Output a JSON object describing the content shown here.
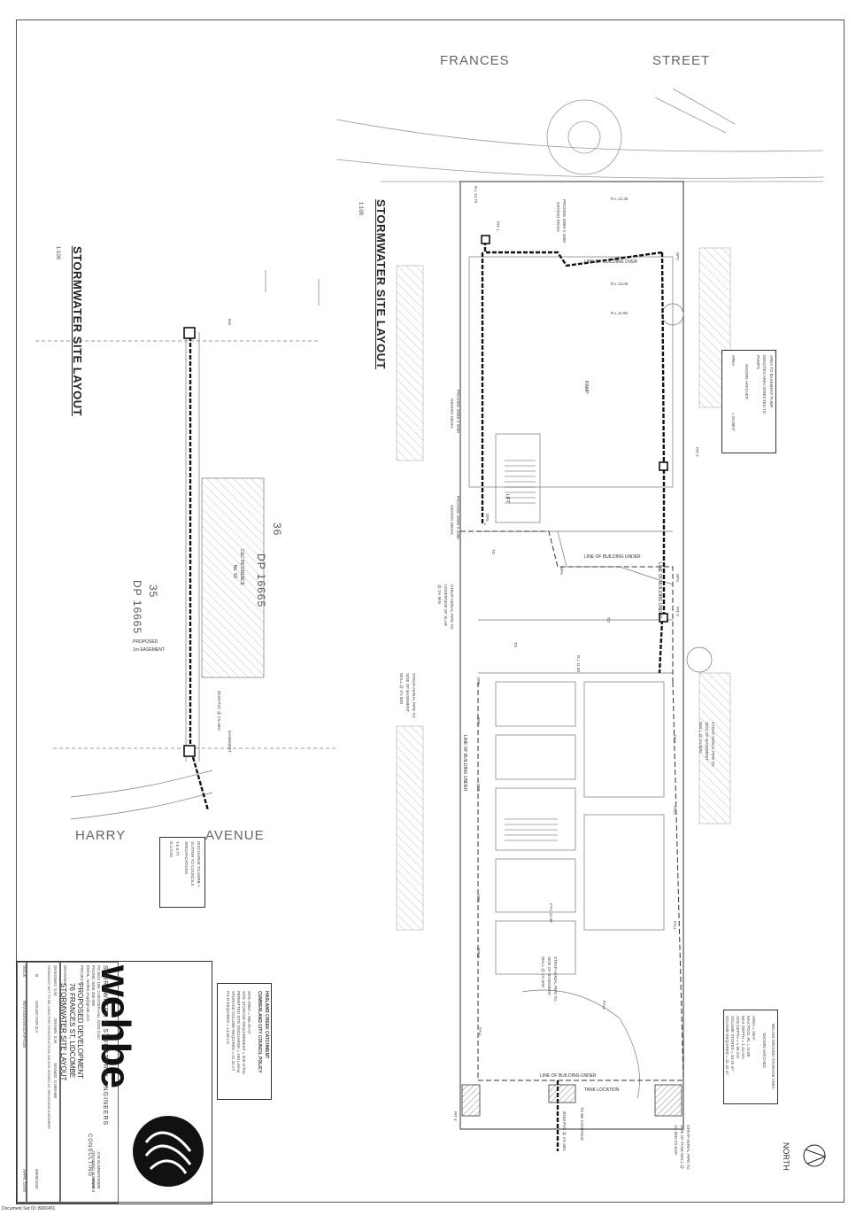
{
  "streets": {
    "frances": "FRANCES",
    "street": "STREET",
    "harry": "HARRY",
    "avenue": "AVENUE"
  },
  "titles": {
    "main": "STORMWATER SITE LAYOUT",
    "main_scale": "1:100",
    "secondary": "STORMWATER SITE LAYOUT",
    "secondary_scale": "1:100"
  },
  "lots": {
    "lot36": "36",
    "dp36": "DP 16665",
    "lot35": "35",
    "dp35": "DP 16665",
    "residence": "C&C RESIDENCE",
    "residence_no": "No. 59",
    "easement": "PROPOSED",
    "easement2": "1m EASEMENT"
  },
  "notes": {
    "basement_pump_1": "AREA TO BASEMENT PUMP",
    "basement_pump_2": "DENOTES AREA DIRECTED TO",
    "basement_pump_3": "PUMPS",
    "basement_pump_4": "SHOWN HATCHED",
    "basement_pump_5": "AREA",
    "basement_pump_6": "= 25.00m²",
    "discharge_1": "DISCHARGE TO KERB +",
    "discharge_2": "GUTTER TO COUNCILS",
    "discharge_3": "SPECIFICATIONS",
    "discharge_4": "T.K 6.77",
    "discharge_5": "G.U 6.62",
    "strap_1": "STRAP AERIAL PIPE TO",
    "strap_2": "SIDE OF BASEMENT",
    "strap_3": "WALL @ 1% MIN",
    "strap_slab_1": "STRAP AERIAL PIPE TO",
    "strap_slab_2": "UNDERSIDE OF SLAB",
    "strap_slab_3": "@ 1% MIN",
    "strap_tank_1": "STRAP AERIAL PIPE TO",
    "strap_tank_2": "SIDE OF TANK WALL @",
    "strap_tank_3": "1% MIN TO EOP"
  },
  "labels": {
    "line_building_over": "LINE OF BUILDING OVER",
    "line_building_under": "LINE OF BUILDING UNDER",
    "line_building_under_2": "LINE OF BUILDING UNDER",
    "line_building_under_3": "LINE OF BUILDING UNDER",
    "line_building_under_4": "LINE OF BUILDING UNDER",
    "tank_location": "TANK LOCATION",
    "rl_1235": "R.L 12.35",
    "rl_1205": "R.L 12.05",
    "rl_1180": "R.L 11.80",
    "rl_1150": "R.L 11.50",
    "rl_1279": "R.L 12.79",
    "ffl_1100": "F.F.L 11.00",
    "grated_1": "PROVIDE 200W X 2000",
    "grated_2": "GRATED DRAIN",
    "lift": "LIFT",
    "ramp": "RAMP",
    "td": "TD",
    "fall": "FALL",
    "north": "NORTH",
    "to_be_continued": "TO BE CONTINUE",
    "pipe_150": "Ø150 PVC @ 1% MIN",
    "pipe_150_b": "Ø150 PVC @ 1% MIN"
  },
  "pits": {
    "pit1": "PIT 1",
    "pit2": "PIT 2",
    "pit3": "PIT 3",
    "pit4": "PIT 4",
    "dp2": "DP2",
    "dp3": "DP3",
    "dp4": "DP4",
    "dp5": "DP5",
    "dp6": "DP6",
    "dp7": "DP7",
    "dp8": "DP8",
    "dp9": "DP9",
    "dp10": "DP10",
    "inc": "INC",
    "easement_pit": "EASEMENT"
  },
  "storage": {
    "title": "BELOW GROUND STORAGE AREA",
    "shown": "SHOWN HATCHED",
    "rows": [
      "AREA = 25m²",
      "MAX POOL RL = 11.00",
      "MAX DEPTH = 1.44 mm",
      "AVG DEPTH = 1.38 mm",
      "VOLUME STORED = 34.75 m³",
      "VOLUME REQUIRED = 31.42 m³"
    ]
  },
  "council": {
    "title_1": "HASLAMS CREEK CATCHMENT",
    "title_2": "CUMBERLAND CITY COUNCIL POLICY",
    "rows": [
      "SITE AREA = 966.76 m²",
      "SITE STORAGE REQUIREMENT = 325 m³/Ha",
      "PERMITTED SITE DISCHARGE = 150 L/s/Ha",
      "STORAGE VOLUME REQUIRED = 31.42 m³",
      "P.S.D REQUIRED = 14.50 L/s"
    ]
  },
  "title_block": {
    "brand": "wehbe",
    "brand_sub": "CONSULTING",
    "company": "STORMWATER & STRUCTURAL ENGINEERS",
    "address": "PO BOX 180, CHESTER HILL NSW 2162",
    "phone": "PHONE: 0405 260 090",
    "email": "EMAIL: wehbe.eng@gmail.com",
    "job_number_label": "JOB NUMBER:",
    "job_number": "SW88",
    "drawing_number_label": "DRAWING NUMBER:",
    "drawing_number": "SW88-3",
    "project_label": "PROJECT:",
    "project_1": "PROPOSED DEVELOPMENT",
    "project_2": "76 FRANCES ST, LIDCOMBE",
    "drawing_label": "DRAWING:",
    "drawing": "STORMWATER SITE LAYOUT",
    "designed": "DESIGNED: S.W",
    "drawn": "DRAWN: S.W",
    "signed": "SIGNED: S.WEHBE",
    "disclaimer": "DRAWINGS NOT TO BE USED FOR CONSTRUCTION UNLESS SIGNED BY DESIGNING ENGINEER",
    "rev": "B",
    "issue": "ISSUED FOR D.A",
    "date": "09/09/2020",
    "rev_header": "REVISION/DESCRIPTION",
    "date_header": "APPR. DATE",
    "issue_header": "ISSUE"
  },
  "footer": "Document Set ID: 8000451"
}
